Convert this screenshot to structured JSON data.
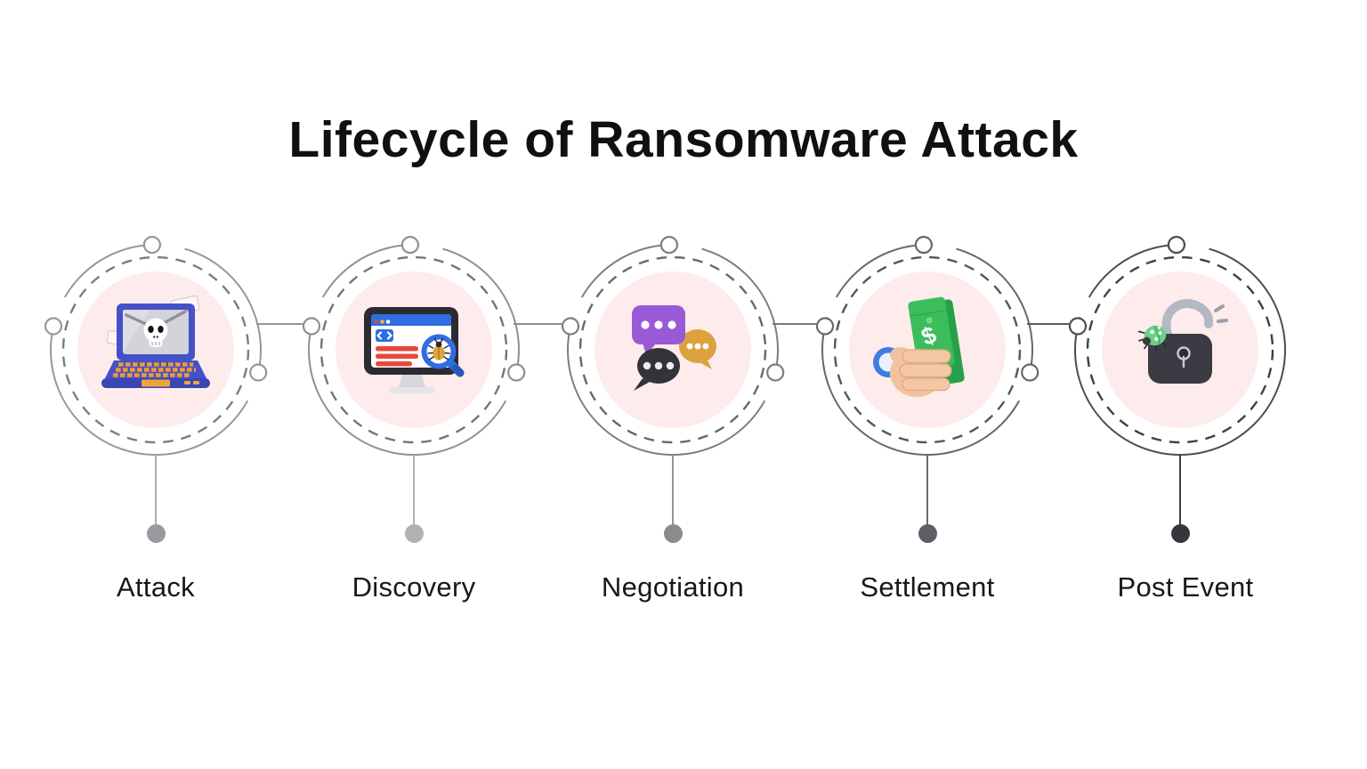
{
  "title": "Lifecycle of Ransomware Attack",
  "stages": [
    {
      "label": "Attack",
      "icon": "laptop-skull-icon",
      "colors": {
        "ring": "#97979b",
        "dash": "#7d7d81",
        "stem": "#adadb1",
        "dot": "#9a9a9e"
      }
    },
    {
      "label": "Discovery",
      "icon": "monitor-bug-search-icon",
      "colors": {
        "ring": "#909094",
        "dash": "#757579",
        "stem": "#b2b2b6",
        "dot": "#b1b1b5"
      }
    },
    {
      "label": "Negotiation",
      "icon": "chat-bubbles-icon",
      "colors": {
        "ring": "#7e7e82",
        "dash": "#68686c",
        "stem": "#949498",
        "dot": "#8b8b8f"
      }
    },
    {
      "label": "Settlement",
      "icon": "money-hand-icon",
      "colors": {
        "ring": "#67676d",
        "dash": "#55555b",
        "stem": "#6a6a70",
        "dot": "#5e5e64"
      }
    },
    {
      "label": "Post Event",
      "icon": "unlocked-padlock-bug-icon",
      "colors": {
        "ring": "#4b4b53",
        "dash": "#3f3f47",
        "stem": "#3c3c44",
        "dot": "#36363e"
      }
    }
  ],
  "connectors": [
    {
      "color": "#97979b"
    },
    {
      "color": "#8d8d91"
    },
    {
      "color": "#7a7a7e"
    },
    {
      "color": "#5a5a60"
    }
  ],
  "accent_colors": {
    "background": "#ffffff",
    "stage_fill": "#fdeceb",
    "title_text": "#101014"
  }
}
